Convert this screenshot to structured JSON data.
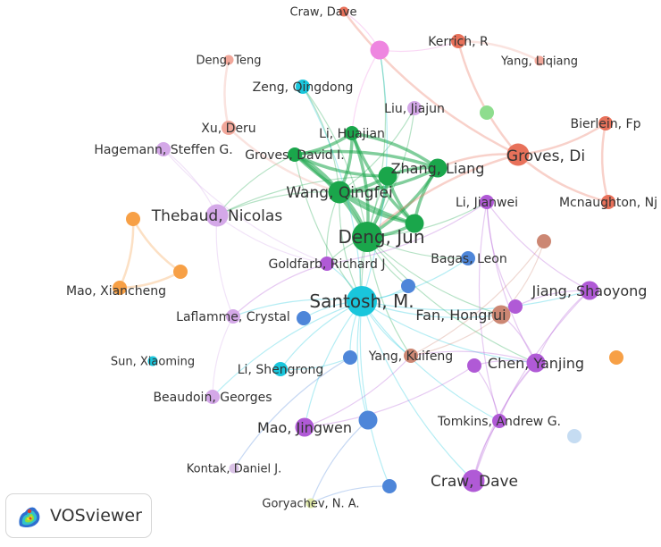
{
  "app": {
    "name": "VOSviewer",
    "logo_icon": "vosviewer-heatmap-icon"
  },
  "colors": {
    "green": "#1aa64b",
    "cyan": "#19c6dc",
    "purple": "#b05ad6",
    "light_purple": "#d4a8e8",
    "blue": "#4e86d9",
    "red": "#e8715a",
    "light_red": "#f1a79a",
    "orange": "#f7a046",
    "pink": "#ee86e0",
    "brown": "#cc8773",
    "light_blue": "#c5dcf2",
    "light_green": "#8edd8e",
    "yellow_green": "#dfe9a8",
    "lavender": "#d9c2e6"
  },
  "nodes": [
    {
      "id": "craw-dave-top",
      "label": "Craw, Dave",
      "color": "red",
      "size": 1
    },
    {
      "id": "kerrich-r",
      "label": "Kerrich, R",
      "color": "red",
      "size": 2
    },
    {
      "id": "yang-liqiang",
      "label": "Yang, Liqiang",
      "color": "light_red",
      "size": 1
    },
    {
      "id": "deng-teng",
      "label": "Deng, Teng",
      "color": "light_red",
      "size": 1
    },
    {
      "id": "zeng-qingdong",
      "label": "Zeng, Qingdong",
      "color": "cyan",
      "size": 2
    },
    {
      "id": "liu-jiajun",
      "label": "Liu, Jiajun",
      "color": "light_purple",
      "size": 2
    },
    {
      "id": "bierlein-fp",
      "label": "Bierlein, Fp",
      "color": "red",
      "size": 2
    },
    {
      "id": "xu-deru",
      "label": "Xu, Deru",
      "color": "light_red",
      "size": 2
    },
    {
      "id": "li-huajian",
      "label": "Li, Huajian",
      "color": "green",
      "size": 2
    },
    {
      "id": "hagemann-steffen",
      "label": "Hagemann, Steffen G.",
      "color": "light_purple",
      "size": 2
    },
    {
      "id": "groves-david-i",
      "label": "Groves, David I.",
      "color": "green",
      "size": 2
    },
    {
      "id": "groves-di",
      "label": "Groves, Di",
      "color": "red",
      "size": 4
    },
    {
      "id": "zhang-liang",
      "label": "Zhang, Liang",
      "color": "green",
      "size": 3
    },
    {
      "id": "wang-qingfei",
      "label": "Wang, Qingfei",
      "color": "green",
      "size": 4
    },
    {
      "id": "li-jianwei",
      "label": "Li, Jianwei",
      "color": "purple",
      "size": 2
    },
    {
      "id": "mcnaughton-nj",
      "label": "Mcnaughton, Nj",
      "color": "red",
      "size": 2
    },
    {
      "id": "thebaud-nicolas",
      "label": "Thebaud, Nicolas",
      "color": "light_purple",
      "size": 4
    },
    {
      "id": "deng-jun",
      "label": "Deng, Jun",
      "color": "green",
      "size": 5
    },
    {
      "id": "goldfarb-richard-j",
      "label": "Goldfarb, Richard J",
      "color": "purple",
      "size": 2
    },
    {
      "id": "bagas-leon",
      "label": "Bagas, Leon",
      "color": "blue",
      "size": 2
    },
    {
      "id": "jiang-shaoyong",
      "label": "Jiang, Shaoyong",
      "color": "purple",
      "size": 3
    },
    {
      "id": "mao-xiancheng",
      "label": "Mao, Xiancheng",
      "color": "orange",
      "size": 2
    },
    {
      "id": "santosh-m",
      "label": "Santosh, M.",
      "color": "cyan",
      "size": 5
    },
    {
      "id": "fan-hongrui",
      "label": "Fan, Hongrui",
      "color": "brown",
      "size": 3
    },
    {
      "id": "laflamme-crystal",
      "label": "Laflamme, Crystal",
      "color": "light_purple",
      "size": 2
    },
    {
      "id": "sun-xiaoming",
      "label": "Sun, Xiaoming",
      "color": "cyan",
      "size": 1
    },
    {
      "id": "li-shengrong",
      "label": "Li, Shengrong",
      "color": "cyan",
      "size": 2
    },
    {
      "id": "yang-kuifeng",
      "label": "Yang, Kuifeng",
      "color": "brown",
      "size": 2
    },
    {
      "id": "chen-yanjing",
      "label": "Chen, Yanjing",
      "color": "purple",
      "size": 3
    },
    {
      "id": "beaudoin-georges",
      "label": "Beaudoin, Georges",
      "color": "light_purple",
      "size": 2
    },
    {
      "id": "mao-jingwen",
      "label": "Mao, Jingwen",
      "color": "purple",
      "size": 3
    },
    {
      "id": "tomkins-andrew-g",
      "label": "Tomkins, Andrew G.",
      "color": "purple",
      "size": 2
    },
    {
      "id": "kontak-daniel-j",
      "label": "Kontak, Daniel J.",
      "color": "lavender",
      "size": 1
    },
    {
      "id": "craw-dave-bottom",
      "label": "Craw, Dave",
      "color": "purple",
      "size": 4
    },
    {
      "id": "goryachev-na",
      "label": "Goryachev, N. A.",
      "color": "yellow_green",
      "size": 1
    },
    {
      "id": "pink-unlabeled",
      "label": "",
      "color": "pink",
      "size": 3
    },
    {
      "id": "green-small-unlabeled",
      "label": "",
      "color": "light_green",
      "size": 2
    },
    {
      "id": "green-a-unlabeled",
      "label": "",
      "color": "green",
      "size": 3
    },
    {
      "id": "green-b-unlabeled",
      "label": "",
      "color": "green",
      "size": 3
    },
    {
      "id": "orange-top-unlabeled",
      "label": "",
      "color": "orange",
      "size": 2
    },
    {
      "id": "orange-right-unlabeled",
      "label": "",
      "color": "orange",
      "size": 2
    },
    {
      "id": "blue-a-unlabeled",
      "label": "",
      "color": "blue",
      "size": 2
    },
    {
      "id": "blue-b-unlabeled",
      "label": "",
      "color": "blue",
      "size": 2
    },
    {
      "id": "blue-c-unlabeled",
      "label": "",
      "color": "blue",
      "size": 2
    },
    {
      "id": "blue-d-unlabeled",
      "label": "",
      "color": "blue",
      "size": 3
    },
    {
      "id": "blue-e-unlabeled",
      "label": "",
      "color": "blue",
      "size": 2
    },
    {
      "id": "brown-unlabeled",
      "label": "",
      "color": "brown",
      "size": 2
    },
    {
      "id": "purple-a-unlabeled",
      "label": "",
      "color": "purple",
      "size": 2
    },
    {
      "id": "purple-b-unlabeled",
      "label": "",
      "color": "purple",
      "size": 2
    },
    {
      "id": "orange-far-unlabeled",
      "label": "",
      "color": "orange",
      "size": 2
    },
    {
      "id": "light-blue-unlabeled",
      "label": "",
      "color": "light_blue",
      "size": 2
    }
  ],
  "links": [
    [
      "deng-jun",
      "wang-qingfei"
    ],
    [
      "deng-jun",
      "zhang-liang"
    ],
    [
      "deng-jun",
      "groves-david-i"
    ],
    [
      "deng-jun",
      "li-huajian"
    ],
    [
      "deng-jun",
      "green-a-unlabeled"
    ],
    [
      "deng-jun",
      "green-b-unlabeled"
    ],
    [
      "deng-jun",
      "santosh-m"
    ],
    [
      "deng-jun",
      "zeng-qingdong"
    ],
    [
      "deng-jun",
      "liu-jiajun"
    ],
    [
      "deng-jun",
      "fan-hongrui"
    ],
    [
      "deng-jun",
      "goldfarb-richard-j"
    ],
    [
      "deng-jun",
      "li-jianwei"
    ],
    [
      "deng-jun",
      "bagas-leon"
    ],
    [
      "deng-jun",
      "pink-unlabeled"
    ],
    [
      "deng-jun",
      "yang-kuifeng"
    ],
    [
      "deng-jun",
      "blue-a-unlabeled"
    ],
    [
      "deng-jun",
      "chen-yanjing"
    ],
    [
      "wang-qingfei",
      "zhang-liang"
    ],
    [
      "wang-qingfei",
      "groves-david-i"
    ],
    [
      "wang-qingfei",
      "li-huajian"
    ],
    [
      "wang-qingfei",
      "green-a-unlabeled"
    ],
    [
      "wang-qingfei",
      "green-b-unlabeled"
    ],
    [
      "wang-qingfei",
      "santosh-m"
    ],
    [
      "wang-qingfei",
      "thebaud-nicolas"
    ],
    [
      "wang-qingfei",
      "goldfarb-richard-j"
    ],
    [
      "wang-qingfei",
      "zeng-qingdong"
    ],
    [
      "wang-qingfei",
      "liu-jiajun"
    ],
    [
      "zhang-liang",
      "green-b-unlabeled"
    ],
    [
      "zhang-liang",
      "li-huajian"
    ],
    [
      "zhang-liang",
      "groves-david-i"
    ],
    [
      "zhang-liang",
      "green-a-unlabeled"
    ],
    [
      "groves-david-i",
      "green-a-unlabeled"
    ],
    [
      "groves-david-i",
      "li-huajian"
    ],
    [
      "groves-david-i",
      "thebaud-nicolas"
    ],
    [
      "groves-david-i",
      "santosh-m"
    ],
    [
      "groves-david-i",
      "green-b-unlabeled"
    ],
    [
      "li-huajian",
      "green-b-unlabeled"
    ],
    [
      "green-a-unlabeled",
      "green-b-unlabeled"
    ],
    [
      "green-a-unlabeled",
      "santosh-m"
    ],
    [
      "green-a-unlabeled",
      "thebaud-nicolas"
    ],
    [
      "santosh-m",
      "li-shengrong"
    ],
    [
      "santosh-m",
      "laflamme-crystal"
    ],
    [
      "santosh-m",
      "goldfarb-richard-j"
    ],
    [
      "santosh-m",
      "fan-hongrui"
    ],
    [
      "santosh-m",
      "bagas-leon"
    ],
    [
      "santosh-m",
      "blue-a-unlabeled"
    ],
    [
      "santosh-m",
      "blue-b-unlabeled"
    ],
    [
      "santosh-m",
      "blue-c-unlabeled"
    ],
    [
      "santosh-m",
      "blue-d-unlabeled"
    ],
    [
      "santosh-m",
      "chen-yanjing"
    ],
    [
      "santosh-m",
      "jiang-shaoyong"
    ],
    [
      "santosh-m",
      "mao-jingwen"
    ],
    [
      "santosh-m",
      "tomkins-andrew-g"
    ],
    [
      "santosh-m",
      "yang-kuifeng"
    ],
    [
      "santosh-m",
      "craw-dave-bottom"
    ],
    [
      "santosh-m",
      "blue-e-unlabeled"
    ],
    [
      "santosh-m",
      "beaudoin-georges"
    ],
    [
      "santosh-m",
      "zeng-qingdong"
    ],
    [
      "santosh-m",
      "pink-unlabeled"
    ],
    [
      "thebaud-nicolas",
      "goldfarb-richard-j"
    ],
    [
      "thebaud-nicolas",
      "laflamme-crystal"
    ],
    [
      "thebaud-nicolas",
      "hagemann-steffen"
    ],
    [
      "hagemann-steffen",
      "goldfarb-richard-j"
    ],
    [
      "laflamme-crystal",
      "beaudoin-georges"
    ],
    [
      "goldfarb-richard-j",
      "laflamme-crystal"
    ],
    [
      "goldfarb-richard-j",
      "li-jianwei"
    ],
    [
      "deng-teng",
      "xu-deru"
    ],
    [
      "xu-deru",
      "wang-qingfei"
    ],
    [
      "pink-unlabeled",
      "craw-dave-top"
    ],
    [
      "pink-unlabeled",
      "kerrich-r"
    ],
    [
      "pink-unlabeled",
      "li-huajian"
    ],
    [
      "craw-dave-top",
      "groves-di"
    ],
    [
      "kerrich-r",
      "groves-di"
    ],
    [
      "groves-di",
      "bierlein-fp"
    ],
    [
      "groves-di",
      "mcnaughton-nj"
    ],
    [
      "bierlein-fp",
      "mcnaughton-nj"
    ],
    [
      "groves-di",
      "deng-jun"
    ],
    [
      "groves-di",
      "zhang-liang"
    ],
    [
      "yang-liqiang",
      "kerrich-r"
    ],
    [
      "mao-xiancheng",
      "orange-top-unlabeled"
    ],
    [
      "mao-xiancheng",
      "orange-right-unlabeled"
    ],
    [
      "orange-top-unlabeled",
      "orange-right-unlabeled"
    ],
    [
      "li-jianwei",
      "jiang-shaoyong"
    ],
    [
      "li-jianwei",
      "chen-yanjing"
    ],
    [
      "li-jianwei",
      "purple-a-unlabeled"
    ],
    [
      "jiang-shaoyong",
      "chen-yanjing"
    ],
    [
      "jiang-shaoyong",
      "purple-a-unlabeled"
    ],
    [
      "chen-yanjing",
      "purple-b-unlabeled"
    ],
    [
      "chen-yanjing",
      "tomkins-andrew-g"
    ],
    [
      "chen-yanjing",
      "craw-dave-bottom"
    ],
    [
      "chen-yanjing",
      "fan-hongrui"
    ],
    [
      "chen-yanjing",
      "yang-kuifeng"
    ],
    [
      "tomkins-andrew-g",
      "craw-dave-bottom"
    ],
    [
      "tomkins-andrew-g",
      "purple-b-unlabeled"
    ],
    [
      "mao-jingwen",
      "purple-b-unlabeled"
    ],
    [
      "mao-jingwen",
      "yang-kuifeng"
    ],
    [
      "yang-kuifeng",
      "fan-hongrui"
    ],
    [
      "yang-kuifeng",
      "brown-unlabeled"
    ],
    [
      "fan-hongrui",
      "brown-unlabeled"
    ],
    [
      "li-shengrong",
      "blue-c-unlabeled"
    ],
    [
      "blue-d-unlabeled",
      "goryachev-na"
    ],
    [
      "blue-c-unlabeled",
      "kontak-daniel-j"
    ],
    [
      "blue-e-unlabeled",
      "goryachev-na"
    ],
    [
      "jiang-shaoyong",
      "craw-dave-bottom"
    ],
    [
      "li-jianwei",
      "tomkins-andrew-g"
    ]
  ]
}
